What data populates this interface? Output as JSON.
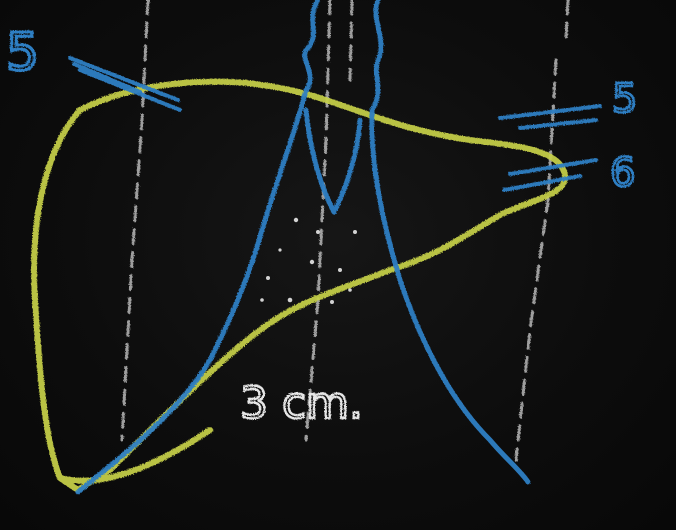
{
  "labels": {
    "rib_left": "5",
    "rib_right_upper": "5",
    "rib_right_lower": "6",
    "measurement": "3 cm."
  },
  "colors": {
    "board": "#0d0d0d",
    "liver_outline": "#c8d24a",
    "heart_outline": "#2f7fc4",
    "ribs": "#2f7fc4",
    "vertical_lines": "#d8d8d8",
    "dots": "#e8e8e8",
    "measurement_text": "#e6e6e6"
  },
  "icons": {
    "vertical_lines": "dashed-white-chalk-lines",
    "dots": "white-chalk-dots"
  }
}
